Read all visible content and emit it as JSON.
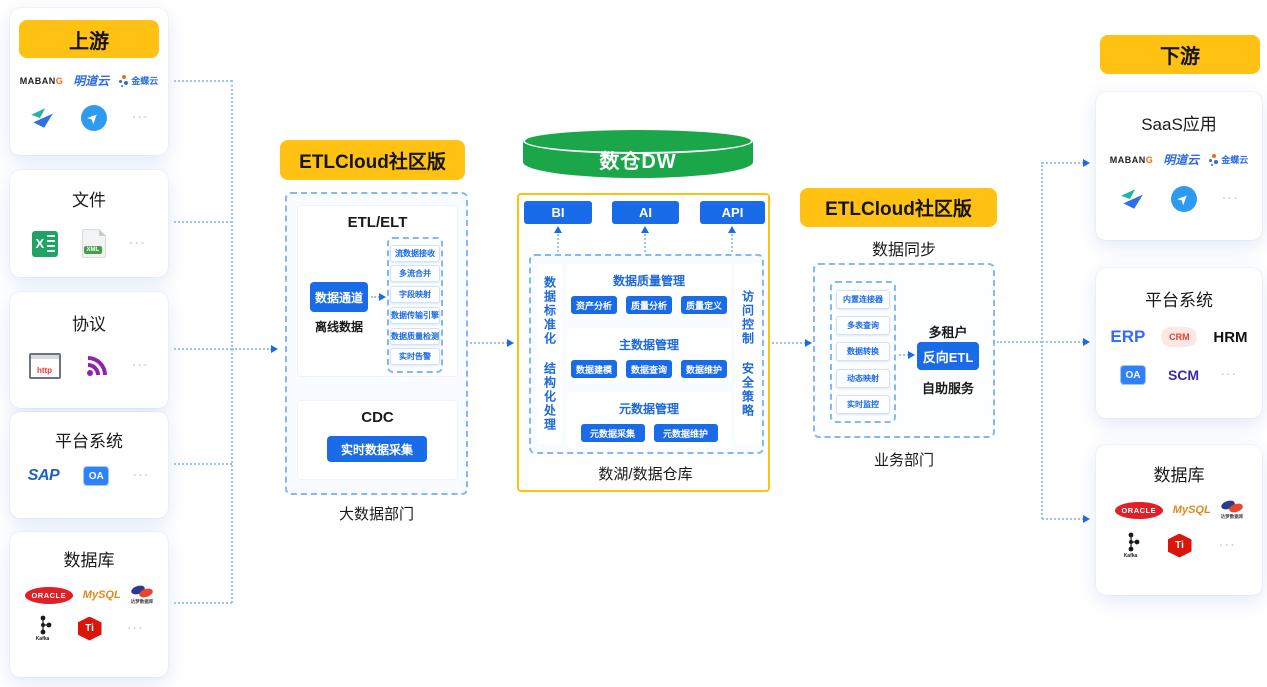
{
  "colors": {
    "accent_yellow": "#FFC112",
    "accent_green": "#1AA649",
    "accent_blue": "#1A6BE8",
    "dash_blue": "#85B7F3"
  },
  "logos": {
    "mabang_a": "MABAN",
    "mabang_b": "G",
    "mingdao": "明道云",
    "kingdee": "金蝶云",
    "excel": "X",
    "xml": "XML",
    "http": "http",
    "sap": "SAP",
    "oa": "OA",
    "oracle": "ORACLE",
    "mysql": "MySQL",
    "dameng": "达梦数据库",
    "kafka": "Kafka",
    "tidb": "Ti",
    "erp": "ERP",
    "crm": "CRM",
    "hrm": "HRM",
    "scm": "SCM",
    "plane_glyph": "➤",
    "ellipsis": "···"
  },
  "upstream": {
    "header": "上游",
    "files_title": "文件",
    "protocol_title": "协议",
    "platform_title": "平台系统",
    "database_title": "数据库"
  },
  "etl_left": {
    "header": "ETLCloud社区版",
    "etl_title": "ETL/ELT",
    "channel_button": "数据通道",
    "offline_label": "离线数据",
    "pipeline_items": [
      "流数据接收",
      "多流合并",
      "字段映射",
      "数据传输引擎",
      "数据质量检测",
      "实时告警"
    ],
    "cdc_title": "CDC",
    "cdc_button": "实时数据采集",
    "footer": "大数据部门"
  },
  "dw": {
    "cylinder_label": "数仓DW",
    "top_buttons": [
      "BI",
      "AI",
      "API"
    ],
    "left_rail": [
      "数据标准化",
      "结构化处理"
    ],
    "right_rail": [
      "访问控制",
      "安全策略"
    ],
    "sections": [
      {
        "title": "数据质量管理",
        "items": [
          "资产分析",
          "质量分析",
          "质量定义"
        ]
      },
      {
        "title": "主数据管理",
        "items": [
          "数据建模",
          "数据查询",
          "数据维护"
        ]
      },
      {
        "title": "元数据管理",
        "items": [
          "元数据采集",
          "元数据维护"
        ]
      }
    ],
    "footer": "数湖/数据仓库"
  },
  "etl_right": {
    "header": "ETLCloud社区版",
    "subtitle": "数据同步",
    "connector_items": [
      "内置连接器",
      "多表查询",
      "数据转换",
      "动态映射",
      "实时监控"
    ],
    "tenant_label": "多租户",
    "reverse_button": "反向ETL",
    "selfservice_label": "自助服务",
    "footer": "业务部门"
  },
  "downstream": {
    "header": "下游",
    "saas_title": "SaaS应用",
    "platform_title": "平台系统",
    "database_title": "数据库"
  }
}
